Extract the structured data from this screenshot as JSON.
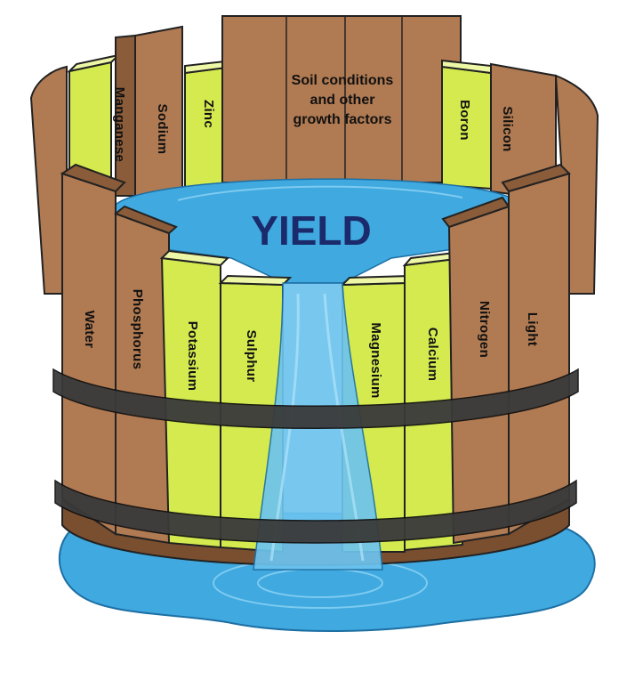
{
  "diagram": {
    "center_label": "YIELD",
    "back_center_label": [
      "Soil conditions",
      "and other",
      "growth factors"
    ],
    "staves": {
      "manganese": "Manganese",
      "sodium": "Sodium",
      "zinc": "Zinc",
      "boron": "Boron",
      "silicon": "Silicon",
      "water": "Water",
      "phosphorus": "Phosphorus",
      "potassium": "Potassium",
      "sulphur": "Sulphur",
      "magnesium": "Magnesium",
      "calcium": "Calcium",
      "nitrogen": "Nitrogen",
      "light": "Light"
    },
    "colors": {
      "wood": "#b07a52",
      "wood_dark": "#8a5c3a",
      "nutrient": "#d4ea4f",
      "nutrient_top": "#eef7a6",
      "hoop": "#3a3a3a",
      "water": "#3fa9e0",
      "water_light": "#6cc3ee",
      "yield_text": "#1b2a6b"
    }
  }
}
